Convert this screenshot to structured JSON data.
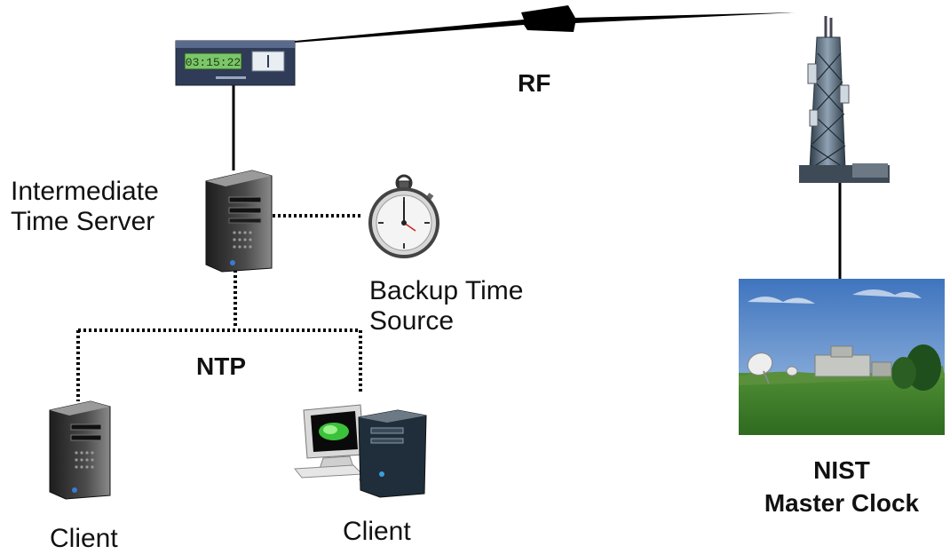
{
  "labels": {
    "intermediate_line1": "Intermediate",
    "intermediate_line2": "Time Server",
    "backup_line1": "Backup Time",
    "backup_line2": "Source",
    "rf": "RF",
    "ntp": "NTP",
    "client_left": "Client",
    "client_right": "Client",
    "nist_line1": "NIST",
    "nist_line2": "Master Clock"
  },
  "receiver": {
    "display_text": "03:15:22"
  },
  "colors": {
    "line": "#000000",
    "receiver_body": "#3b4a6b",
    "receiver_display": "#7cc66a",
    "sky": "#4a7fc4",
    "grass": "#3f7d2c",
    "tower": "#5a6b7a"
  },
  "icons": [
    "receiver-icon",
    "tower-icon",
    "server-icon",
    "stopwatch-icon",
    "desktop-computer-icon",
    "photo-icon"
  ]
}
